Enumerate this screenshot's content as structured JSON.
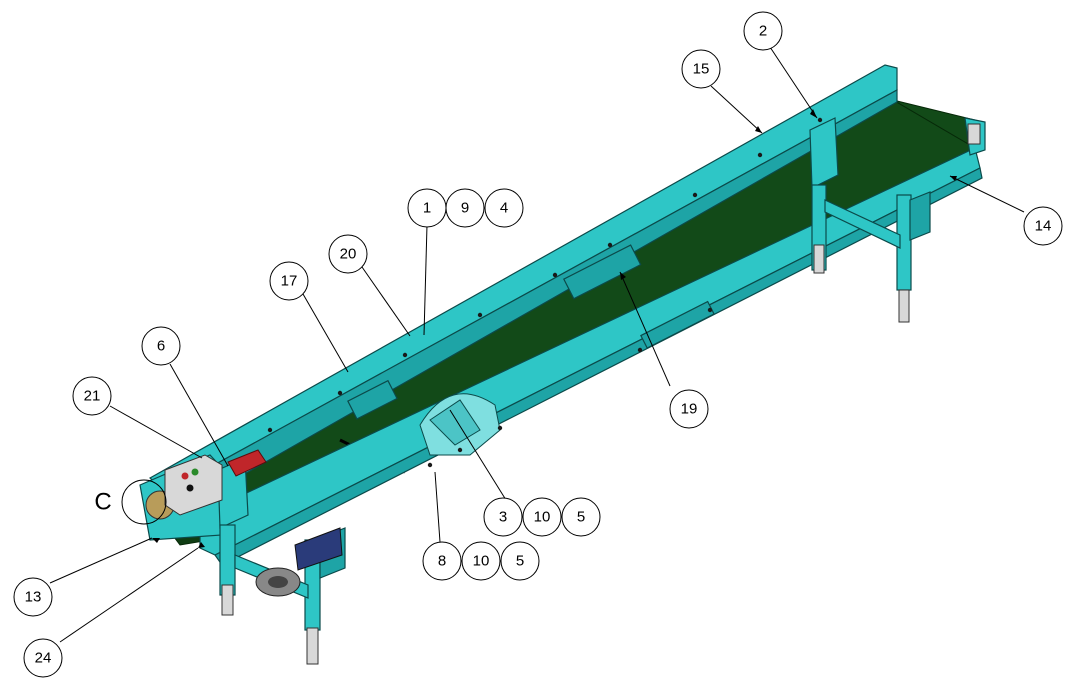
{
  "callouts": [
    {
      "id": "b2",
      "label": "2"
    },
    {
      "id": "b15",
      "label": "15"
    },
    {
      "id": "b14",
      "label": "14"
    },
    {
      "id": "b1",
      "label": "1"
    },
    {
      "id": "b9",
      "label": "9"
    },
    {
      "id": "b4",
      "label": "4"
    },
    {
      "id": "b20",
      "label": "20"
    },
    {
      "id": "b17",
      "label": "17"
    },
    {
      "id": "b19",
      "label": "19"
    },
    {
      "id": "b6",
      "label": "6"
    },
    {
      "id": "b21",
      "label": "21"
    },
    {
      "id": "b3",
      "label": "3"
    },
    {
      "id": "b10a",
      "label": "10"
    },
    {
      "id": "b5a",
      "label": "5"
    },
    {
      "id": "b8",
      "label": "8"
    },
    {
      "id": "b10b",
      "label": "10"
    },
    {
      "id": "b5b",
      "label": "5"
    },
    {
      "id": "b13",
      "label": "13"
    },
    {
      "id": "b24",
      "label": "24"
    }
  ],
  "detail_label": "C",
  "colors": {
    "frame": "#2ec6c6",
    "belt": "#124a18",
    "motor_red": "#c0262a"
  }
}
